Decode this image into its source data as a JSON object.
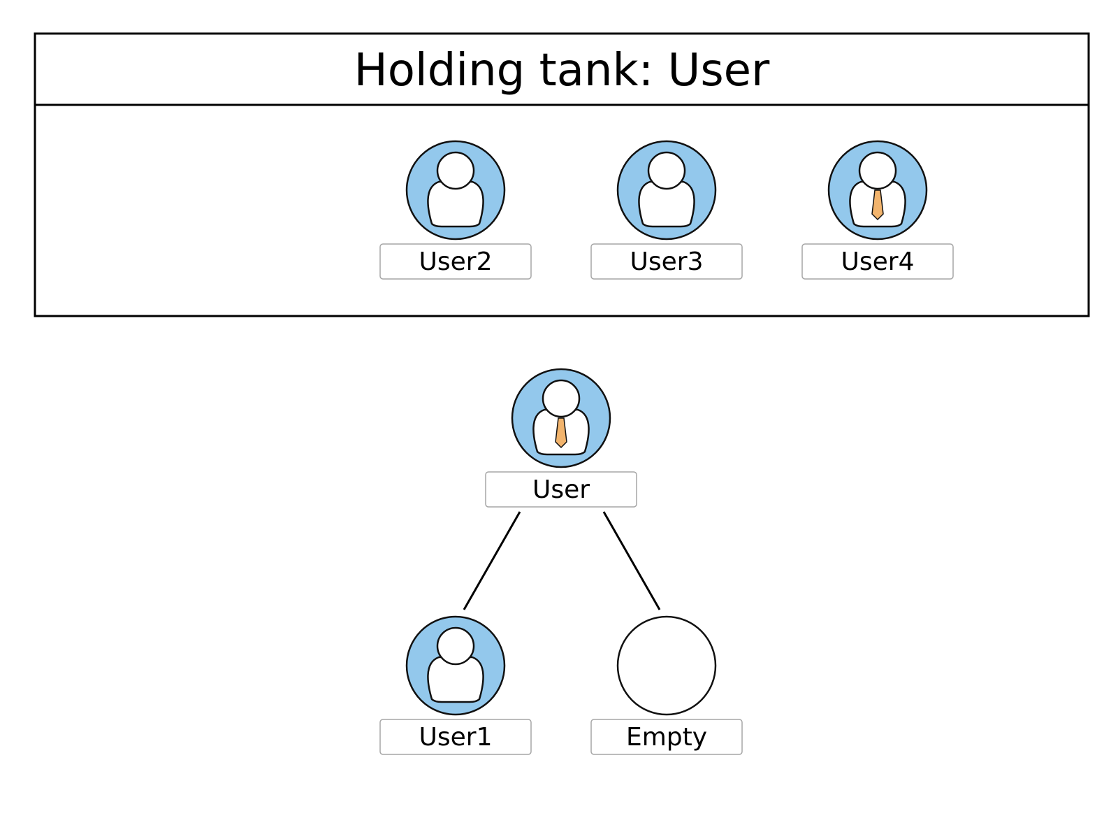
{
  "colors": {
    "avatar_fill": "#93c8ec",
    "empty_fill": "#ffffff",
    "tie_fill": "#f2b46d",
    "line": "#000000"
  },
  "holding_tank": {
    "title": "Holding tank: User",
    "users": [
      {
        "label": "User2",
        "icon": "person-icon",
        "has_tie": false
      },
      {
        "label": "User3",
        "icon": "person-icon",
        "has_tie": false
      },
      {
        "label": "User4",
        "icon": "person-with-tie-icon",
        "has_tie": true
      }
    ]
  },
  "tree": {
    "root": {
      "label": "User",
      "icon": "person-with-tie-icon",
      "has_tie": true
    },
    "children": [
      {
        "label": "User1",
        "icon": "person-icon",
        "has_tie": false,
        "empty": false
      },
      {
        "label": "Empty",
        "icon": "empty-circle-icon",
        "has_tie": false,
        "empty": true
      }
    ]
  }
}
